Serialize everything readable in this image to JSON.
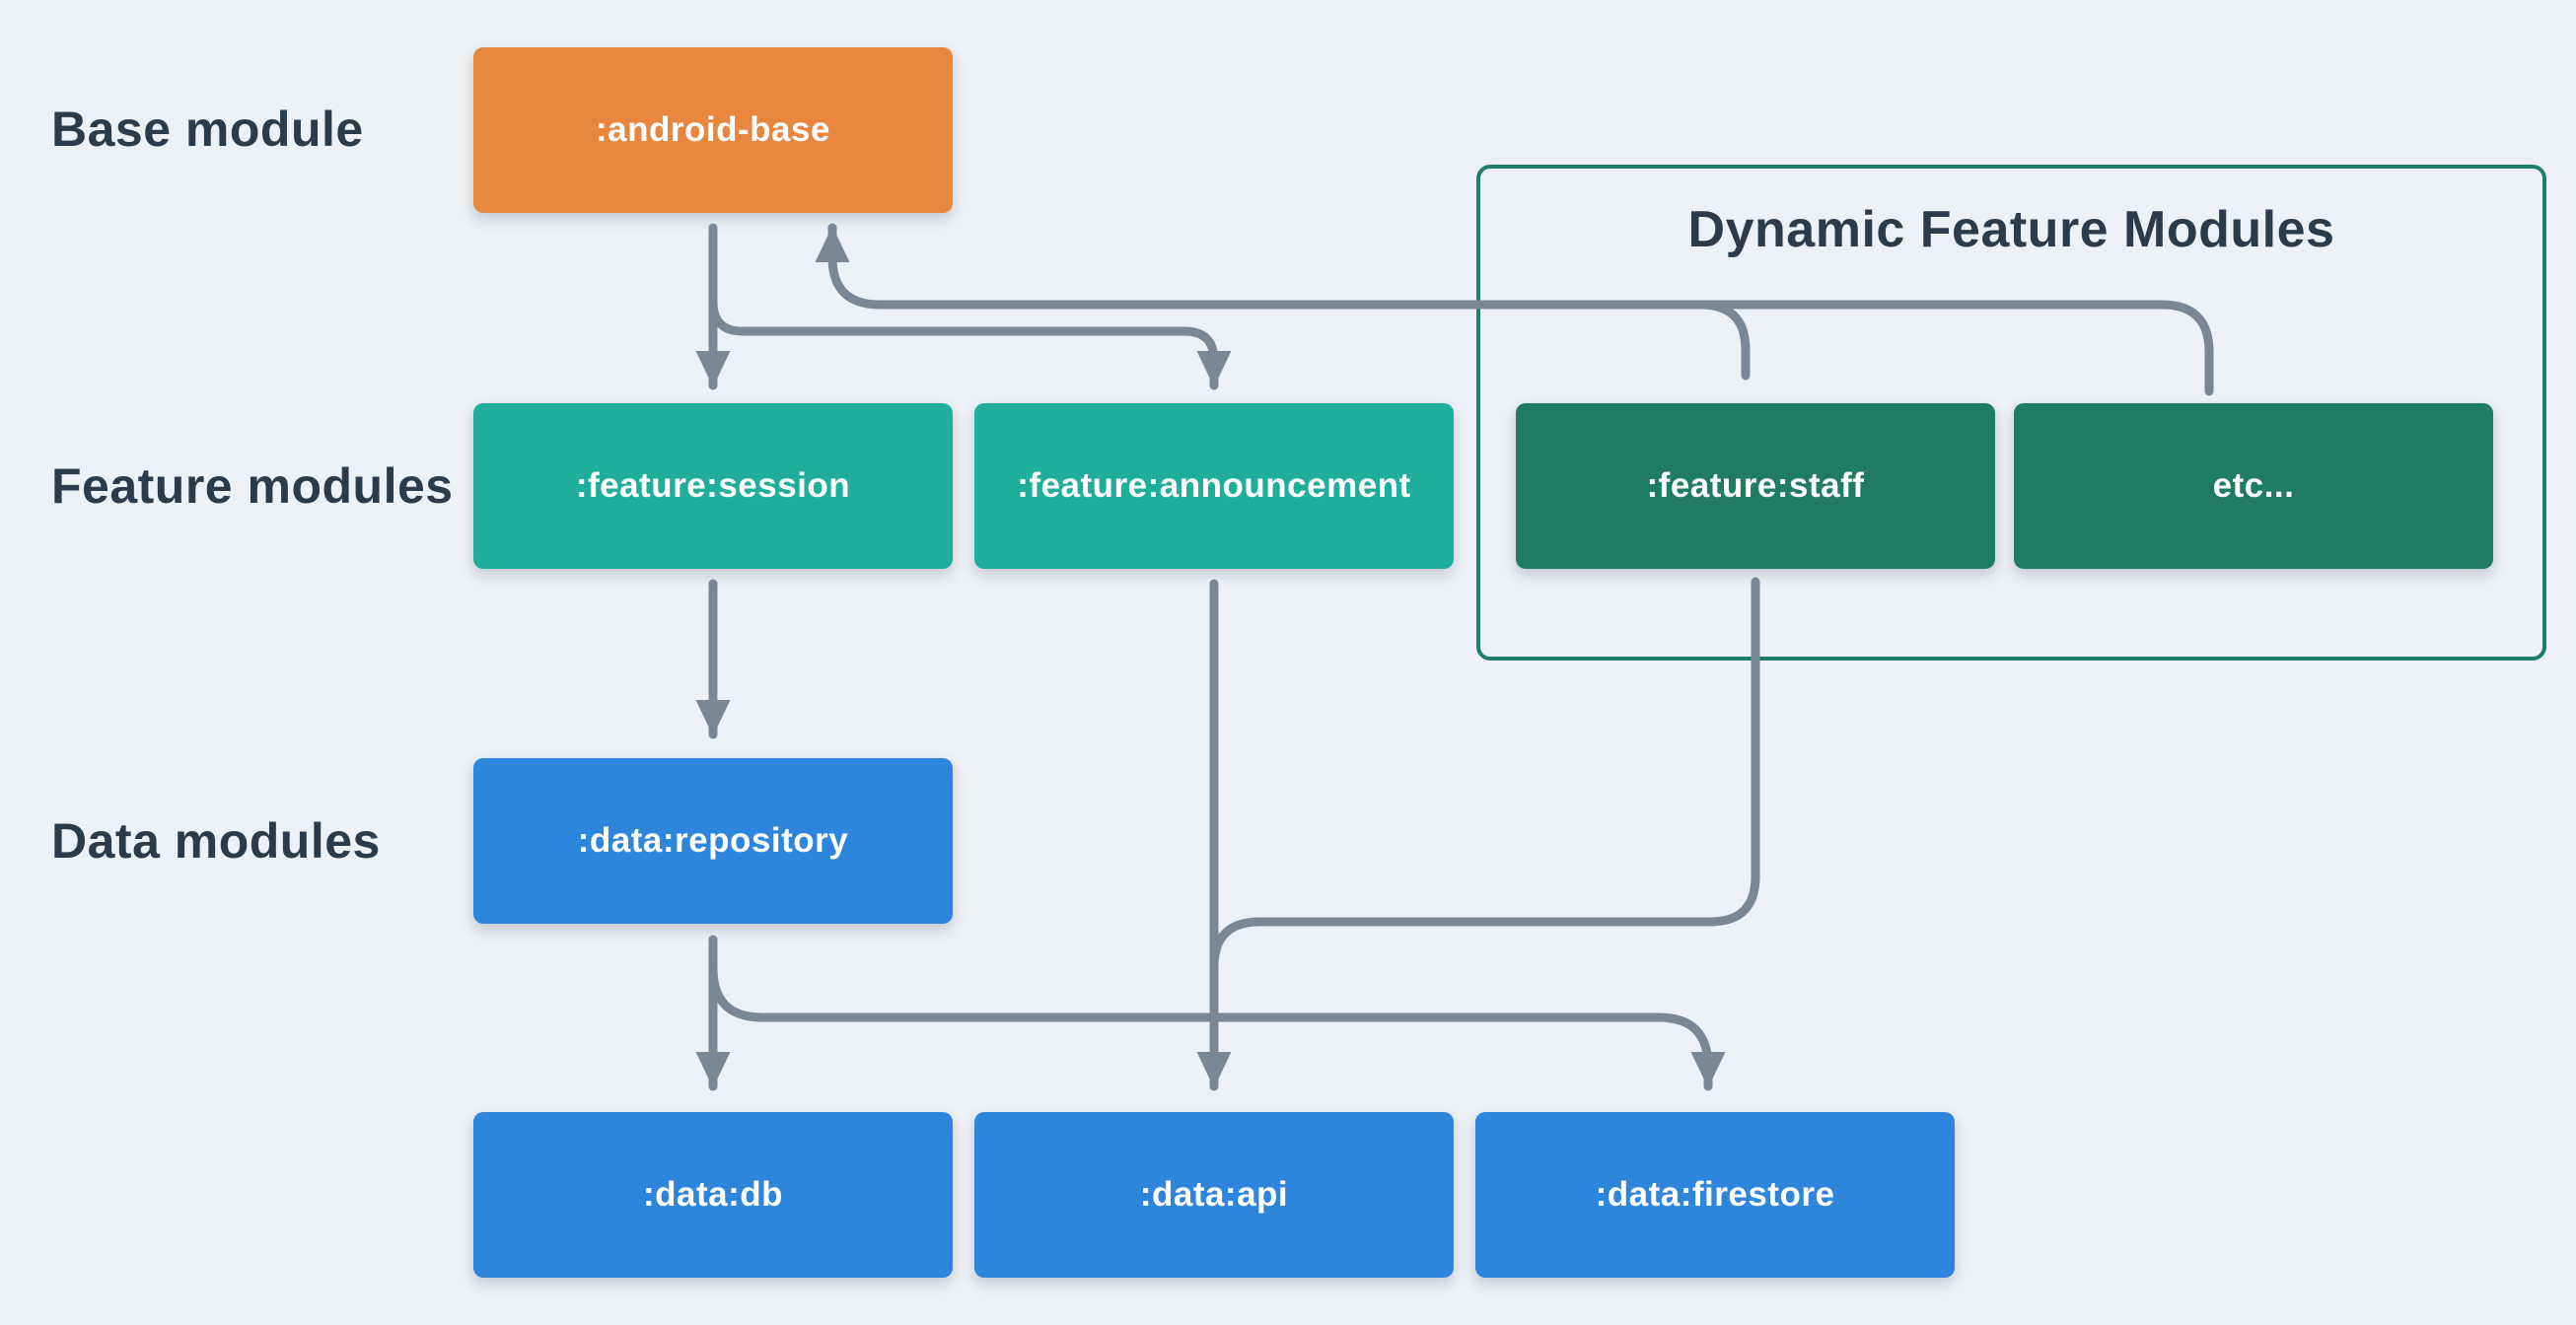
{
  "canvas": {
    "background": "#edf1f5"
  },
  "row_labels": {
    "base": "Base module",
    "feature": "Feature modules",
    "data": "Data modules"
  },
  "group": {
    "title": "Dynamic Feature Modules"
  },
  "nodes": {
    "android_base": {
      "label": ":android-base",
      "color": "#e7863c"
    },
    "feature_session": {
      "label": ":feature:session",
      "color": "#1fae9c"
    },
    "feature_announcement": {
      "label": ":feature:announcement",
      "color": "#1fae9c"
    },
    "feature_staff": {
      "label": ":feature:staff",
      "color": "#1f7b62"
    },
    "etc": {
      "label": "etc...",
      "color": "#1f7b62"
    },
    "data_repository": {
      "label": ":data:repository",
      "color": "#2d86dc"
    },
    "data_db": {
      "label": ":data:db",
      "color": "#2d86dc"
    },
    "data_api": {
      "label": ":data:api",
      "color": "#2d86dc"
    },
    "data_firestore": {
      "label": ":data:firestore",
      "color": "#2d86dc"
    }
  },
  "edges": [
    {
      "from": ":android-base",
      "to": ":feature:session",
      "arrow": true
    },
    {
      "from": ":android-base",
      "to": ":feature:announcement",
      "arrow": true
    },
    {
      "from": ":feature:staff",
      "to": ":android-base",
      "arrow": true
    },
    {
      "from": "etc...",
      "to": ":android-base",
      "arrow": true
    },
    {
      "from": ":feature:session",
      "to": ":data:repository",
      "arrow": true
    },
    {
      "from": ":feature:announcement",
      "to": ":data:api",
      "arrow": true
    },
    {
      "from": ":feature:staff",
      "to": ":data:api",
      "arrow": true
    },
    {
      "from": ":data:repository",
      "to": ":data:db",
      "arrow": true
    },
    {
      "from": ":data:repository",
      "to": ":data:firestore",
      "arrow": true
    }
  ],
  "colors": {
    "background": "#edf1f5",
    "connector": "#7b8794",
    "label_text": "#2c3b4b",
    "node_text": "#ffffff",
    "group_border": "#1e7f68"
  }
}
